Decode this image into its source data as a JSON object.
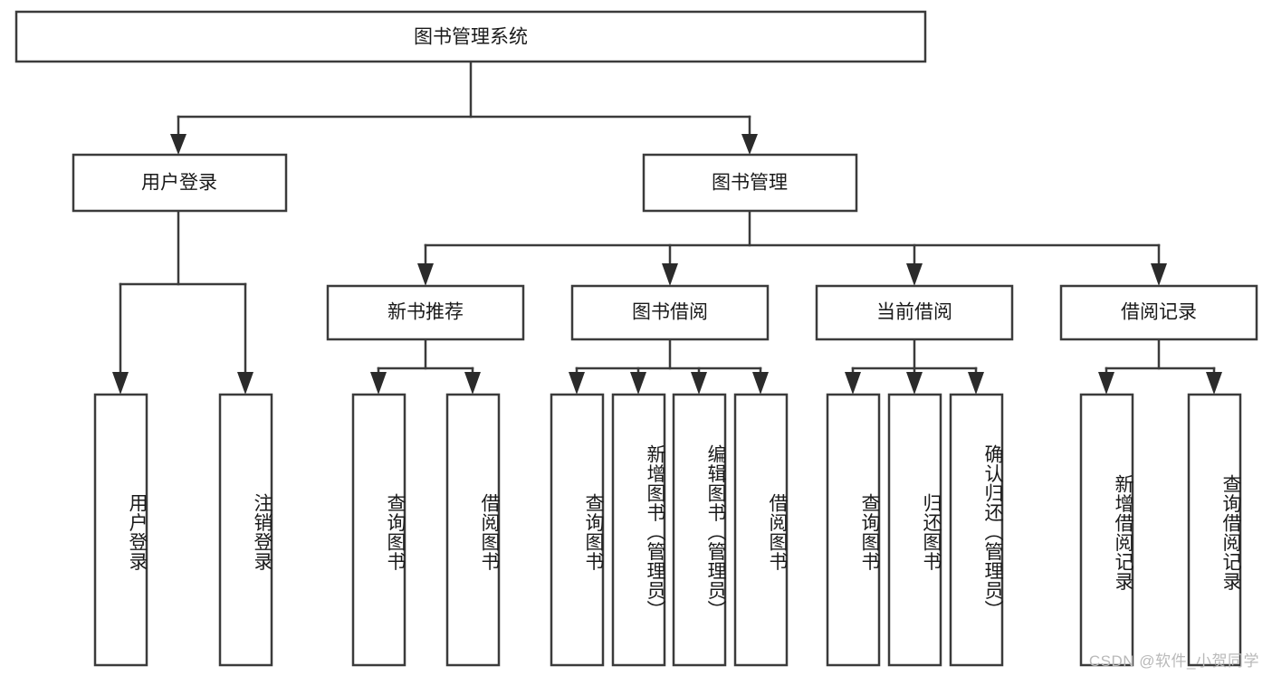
{
  "diagram": {
    "title": "图书管理系统",
    "type": "tree",
    "watermark": "CSDN @软件_小贺同学",
    "levels": {
      "root": {
        "label": "图书管理系统"
      },
      "level2": [
        {
          "label": "用户登录"
        },
        {
          "label": "图书管理"
        }
      ],
      "level3": [
        {
          "label": "新书推荐"
        },
        {
          "label": "图书借阅"
        },
        {
          "label": "当前借阅"
        },
        {
          "label": "借阅记录"
        }
      ],
      "leaves": {
        "user_login": [
          {
            "label": "用户登录"
          },
          {
            "label": "注销登录"
          }
        ],
        "new_book_recommend": [
          {
            "label": "查询图书"
          },
          {
            "label": "借阅图书"
          }
        ],
        "book_borrow": [
          {
            "label": "查询图书"
          },
          {
            "label": "新增图书（管理员）"
          },
          {
            "label": "编辑图书（管理员）"
          },
          {
            "label": "借阅图书"
          }
        ],
        "current_borrow": [
          {
            "label": "查询图书"
          },
          {
            "label": "归还图书"
          },
          {
            "label": "确认归还（管理员）"
          }
        ],
        "borrow_record": [
          {
            "label": "新增借阅记录"
          },
          {
            "label": "查询借阅记录"
          }
        ]
      }
    },
    "colors": {
      "box_stroke": "#3b3b3b",
      "connector": "#3b3b3b",
      "background": "#ffffff",
      "text": "#1a1a1a",
      "watermark": "#b9b9b9"
    }
  }
}
